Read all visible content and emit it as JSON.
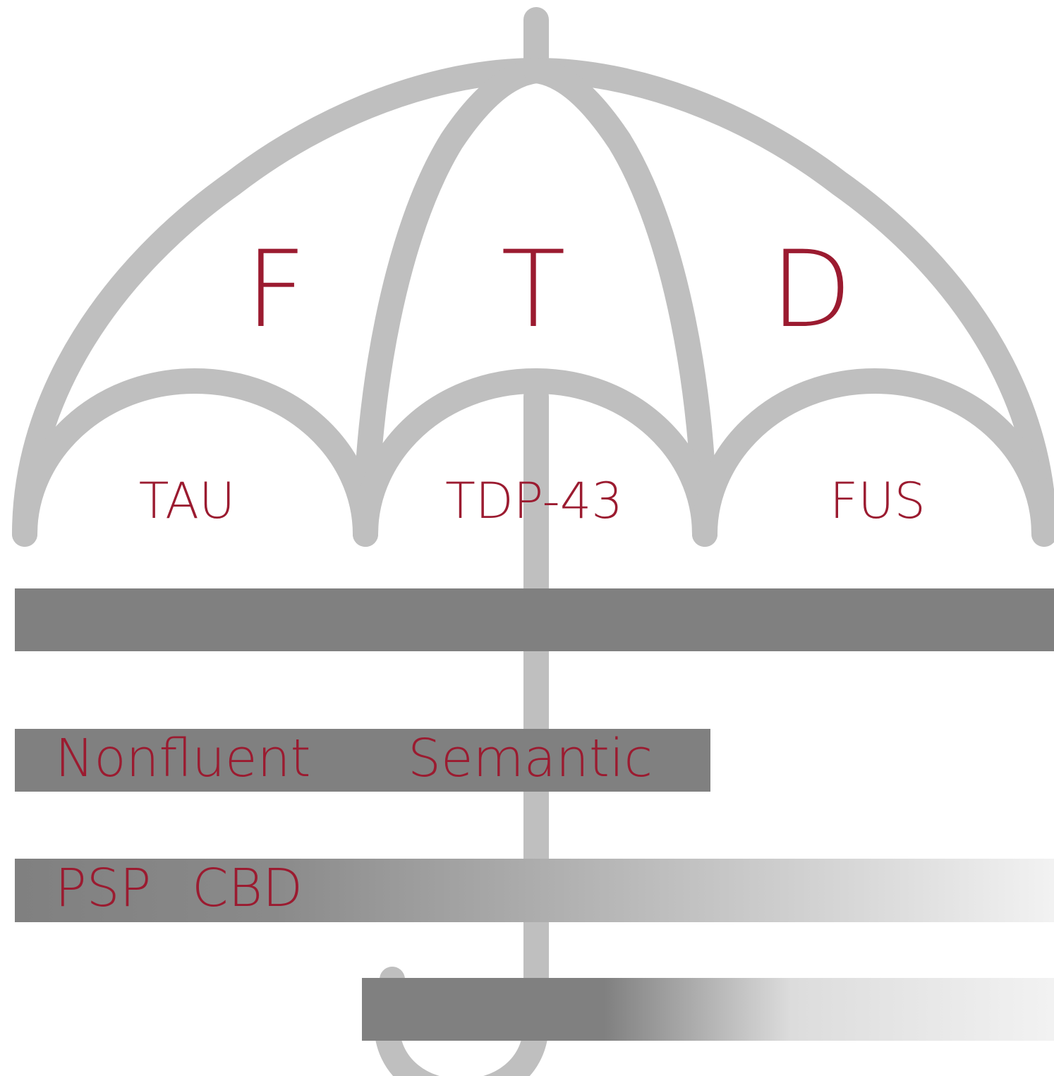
{
  "colors": {
    "umbrella": "#bfbfbf",
    "band": "#808080",
    "band_fade": "#f2f2f2",
    "label": "#9b1b30",
    "background": "#ffffff"
  },
  "umbrella": {
    "letters": [
      "F",
      "T",
      "D"
    ],
    "proteins": [
      "TAU",
      "TDP-43",
      "FUS"
    ]
  },
  "bands": {
    "band_1": {
      "labels": []
    },
    "band_2": {
      "labels": [
        "Nonfluent",
        "Semantic"
      ]
    },
    "band_3": {
      "labels": [
        "PSP",
        "CBD"
      ]
    },
    "band_4": {
      "labels": []
    }
  }
}
